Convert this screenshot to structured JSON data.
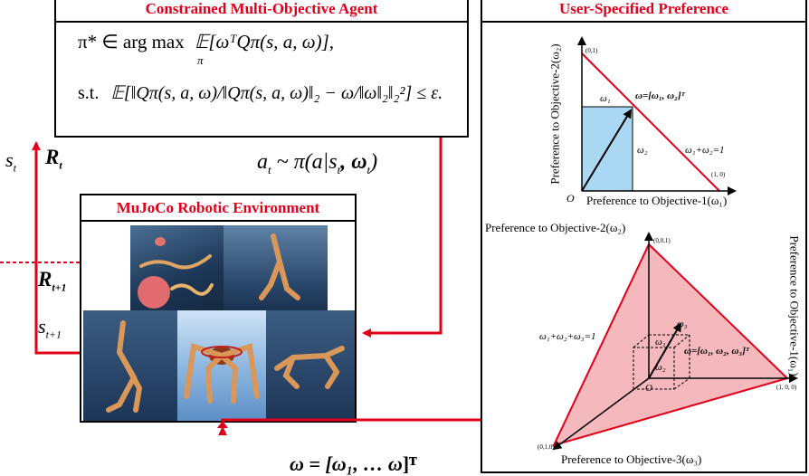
{
  "agent": {
    "title": "Constrained Multi-Objective Agent",
    "objective": "π* ∈ arg max",
    "objective_sub": "π",
    "objective_expr": "𝔼[ωᵀQπ(s, a, ω)],",
    "constraint_prefix": "s.t.",
    "constraint_expr": "𝔼[‖Qπ(s, a, ω)/‖Qπ(s, a, ω)‖₂ − ω/‖ω‖₂‖₂²] ≤ ε."
  },
  "env": {
    "title": "MuJoCo Robotic Environment"
  },
  "pref": {
    "title": "User-Specified Preference",
    "p2_y_label": "Preference to Objective-2(ω₂)",
    "p2_x_label": "Preference to Objective-1(ω₁)",
    "p2_origin": "O",
    "p2_tick_01": "(0,1)",
    "p2_tick_10": "(1, 0)",
    "p2_w1": "ω₁",
    "p2_w2": "ω₂",
    "p2_vec": "ω=[ω₁, ω₂]ᵀ",
    "p2_line": "ω₁+ω₂=1",
    "p3_top_label": "Preference to Objective-2(ω₂)",
    "p3_right_label": "Preference to Objective-1(ω₁)",
    "p3_bottom_label": "Preference to Objective-3(ω₃)",
    "p3_tick_001": "(0,0,1)",
    "p3_tick_100": "(1, 0, 0)",
    "p3_tick_010": "(0,1,0)",
    "p3_origin": "O",
    "p3_plane": "ω₁+ω₂+ω₃=1",
    "p3_w1": "ω₁",
    "p3_w2": "ω₂",
    "p3_w3": "ω₃",
    "p3_vec": "ω=[ω₁, ω₂, ω₃]ᵀ"
  },
  "signals": {
    "state_t": "s",
    "state_t_sub": "t",
    "reward_t": "R",
    "reward_t_sub": "t",
    "action": "a",
    "action_sub": "t",
    "action_policy": "~ π(a|s",
    "action_policy_sub": "t",
    "action_policy_tail": ", ω",
    "action_policy_tail_sub": "t",
    "reward_t1": "R",
    "reward_t1_sub": "t+1",
    "state_t1": "s",
    "state_t1_sub": "t+1",
    "bottom_vec": "ω = [ω₁, … ω",
    "bottom_vec_tail": "]ᵀ"
  },
  "colors": {
    "accent": "#e0001a",
    "fill_blue": "#aad8f2",
    "fill_pink": "#f4b8bd"
  }
}
